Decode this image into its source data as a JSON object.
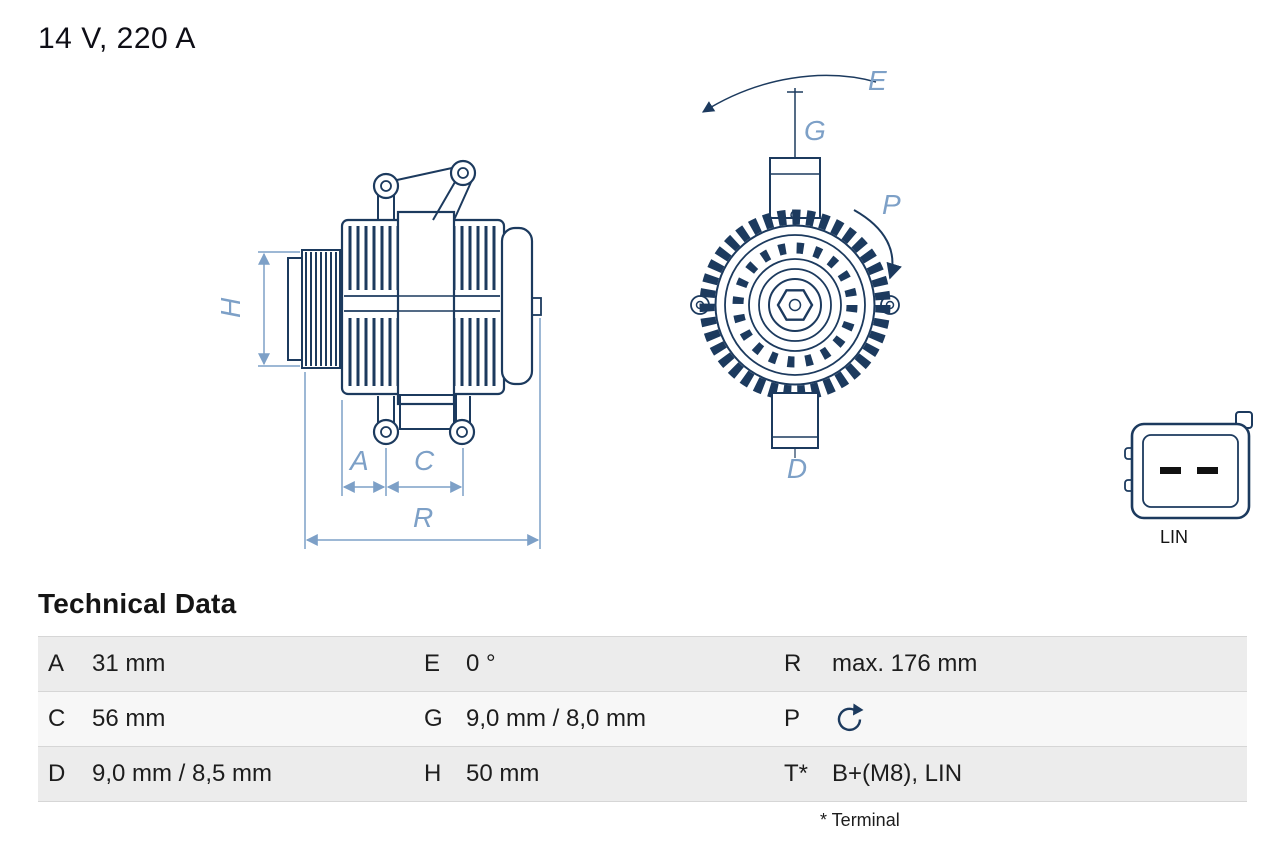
{
  "header": {
    "title": "14 V, 220 A"
  },
  "drawing": {
    "dimension_labels": {
      "H": "H",
      "A": "A",
      "C": "C",
      "R": "R",
      "E": "E",
      "G": "G",
      "P": "P",
      "D": "D"
    },
    "connector_label": "LIN",
    "colors": {
      "line": "#1c3a5e",
      "dimension": "#7da0c7"
    },
    "icons": [
      "counterclockwise-rotation-icon",
      "lin-connector-icon"
    ]
  },
  "technical_data": {
    "heading": "Technical Data",
    "rows": [
      [
        {
          "label": "A",
          "value": "31 mm"
        },
        {
          "label": "E",
          "value": "0 °"
        },
        {
          "label": "R",
          "value": "max. 176 mm"
        }
      ],
      [
        {
          "label": "C",
          "value": "56 mm"
        },
        {
          "label": "G",
          "value": "9,0 mm / 8,0 mm"
        },
        {
          "label": "P",
          "value": "",
          "icon": "rotation-direction-icon"
        }
      ],
      [
        {
          "label": "D",
          "value": "9,0 mm / 8,5 mm"
        },
        {
          "label": "H",
          "value": "50 mm"
        },
        {
          "label": "T*",
          "value": "B+(M8), LIN"
        }
      ]
    ],
    "footnote": "* Terminal"
  }
}
